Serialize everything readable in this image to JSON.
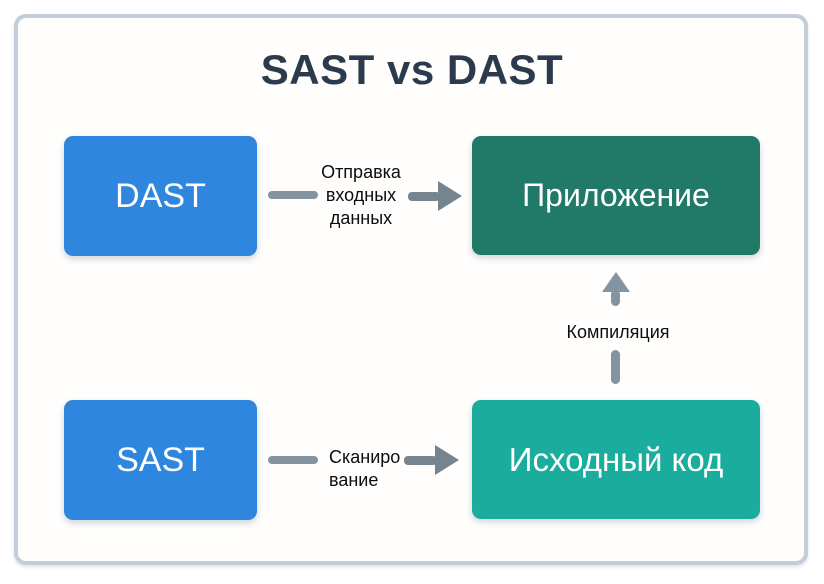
{
  "title": "SAST vs DAST",
  "colors": {
    "node_blue": "#2e86de",
    "node_dark_green": "#217a68",
    "node_teal": "#1aad9d",
    "node_text": "#ffffff",
    "arrow_gray": "#8294a2",
    "arrowhead_gray": "#75848f",
    "title_color": "#2b3a4d",
    "frame_border": "#c3cdd9",
    "label_text": "#0d0d0d"
  },
  "nodes": {
    "dast": {
      "label": "DAST",
      "color": "#2e86de"
    },
    "sast": {
      "label": "SAST",
      "color": "#2e86de"
    },
    "application": {
      "label": "Приложение",
      "color": "#217a68"
    },
    "source_code": {
      "label": "Исходный код",
      "color": "#1aad9d"
    }
  },
  "edges": {
    "dast_to_application": {
      "from": "DAST",
      "to": "Приложение",
      "label_lines": [
        "Отправка",
        "входных",
        "данных"
      ]
    },
    "sast_to_source_code": {
      "from": "SAST",
      "to": "Исходный код",
      "label_lines": [
        "Сканиро",
        "вание"
      ]
    },
    "source_code_to_application": {
      "from": "Исходный код",
      "to": "Приложение",
      "label": "Компиляция"
    }
  }
}
